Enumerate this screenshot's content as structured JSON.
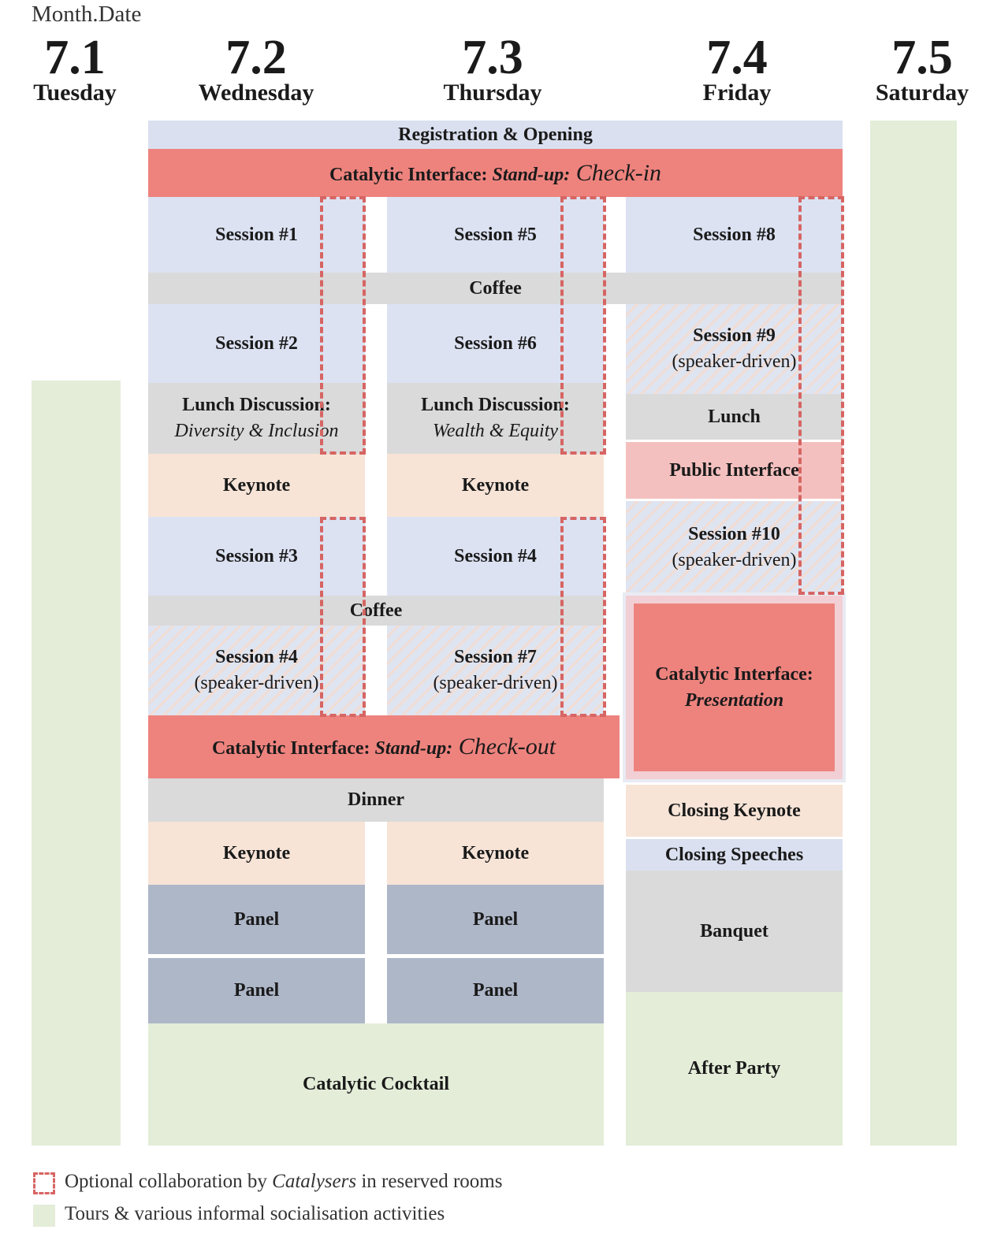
{
  "header": {
    "axis_label": "Month.Date",
    "days": [
      {
        "date": "7.1",
        "name": "Tuesday"
      },
      {
        "date": "7.2",
        "name": "Wednesday"
      },
      {
        "date": "7.3",
        "name": "Thursday"
      },
      {
        "date": "7.4",
        "name": "Friday"
      },
      {
        "date": "7.5",
        "name": "Saturday"
      }
    ]
  },
  "blocks": {
    "registration": "Registration & Opening",
    "checkin": {
      "prefix": "Catalytic Interface: ",
      "bold_italic": "Stand-up:",
      "script": " Check-in"
    },
    "wed": {
      "session1": "Session #1",
      "session2": "Session #2",
      "lunch_title": "Lunch Discussion:",
      "lunch_topic": "Diversity & Inclusion",
      "keynote": "Keynote",
      "session3": "Session #3",
      "session4_title": "Session #4",
      "session4_sub": "(speaker-driven)",
      "keynote_evening": "Keynote",
      "panel1": "Panel",
      "panel2": "Panel"
    },
    "thu": {
      "session5": "Session #5",
      "session6": "Session #6",
      "lunch_title": "Lunch Discussion:",
      "lunch_topic": "Wealth & Equity",
      "keynote": "Keynote",
      "session4": "Session #4",
      "session7_title": "Session #7",
      "session7_sub": "(speaker-driven)",
      "keynote_evening": "Keynote",
      "panel1": "Panel",
      "panel2": "Panel"
    },
    "fri": {
      "session8": "Session #8",
      "session9_title": "Session #9",
      "session9_sub": "(speaker-driven)",
      "lunch": "Lunch",
      "public_interface": "Public Interface",
      "session10_title": "Session #10",
      "session10_sub": "(speaker-driven)",
      "presentation_title": "Catalytic Interface:",
      "presentation_sub": "Presentation",
      "closing_keynote": "Closing Keynote",
      "closing_speeches": "Closing Speeches",
      "banquet": "Banquet",
      "after_party": "After Party"
    },
    "coffee_morning": "Coffee",
    "coffee_afternoon": "Coffee",
    "checkout": {
      "prefix": "Catalytic Interface: ",
      "bold_italic": "Stand-up:",
      "script": " Check-out"
    },
    "dinner": "Dinner",
    "cocktail": "Catalytic Cocktail"
  },
  "legend": {
    "optional_prefix": "Optional collaboration by ",
    "optional_italic": "Catalysers",
    "optional_suffix": " in reserved rooms",
    "tours": "Tours & various informal socialisation activities"
  },
  "colors": {
    "catalytic": "#ee837e",
    "session": "#dce2f2",
    "break": "#dadada",
    "keynote": "#f7e4d7",
    "panel": "#aeb7c8",
    "social": "#e3edd8",
    "public": "#f4c0bf",
    "dashed": "#d66563"
  }
}
